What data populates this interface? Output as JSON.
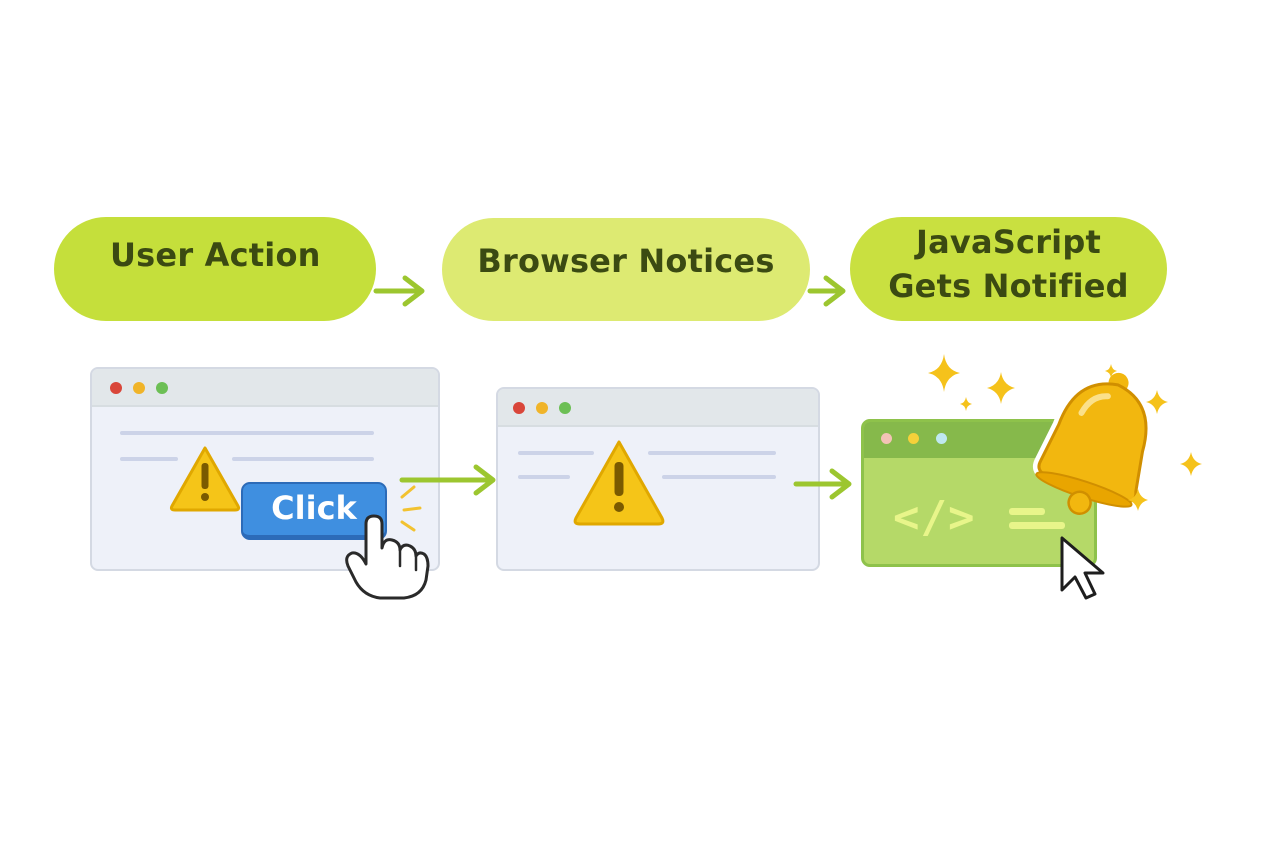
{
  "steps": [
    {
      "label": "User Action"
    },
    {
      "label": "Browser Notices"
    },
    {
      "label_line1": "JavaScript",
      "label_line2": "Gets Notified"
    }
  ],
  "click_button": {
    "label": "Click"
  },
  "code_window": {
    "glyph": "</>"
  },
  "colors": {
    "pill_primary": "#c5df3b",
    "pill_secondary": "#ddea72",
    "arrow": "#9cc62f",
    "button_blue": "#3f8fe0",
    "warning_yellow": "#f5c518",
    "bell_gold": "#f2b70f",
    "code_green": "#b5d968"
  },
  "icons": [
    "warning-icon",
    "hand-pointer-icon",
    "bell-icon",
    "mouse-cursor-icon",
    "sparkle-icon",
    "arrow-right-icon"
  ]
}
